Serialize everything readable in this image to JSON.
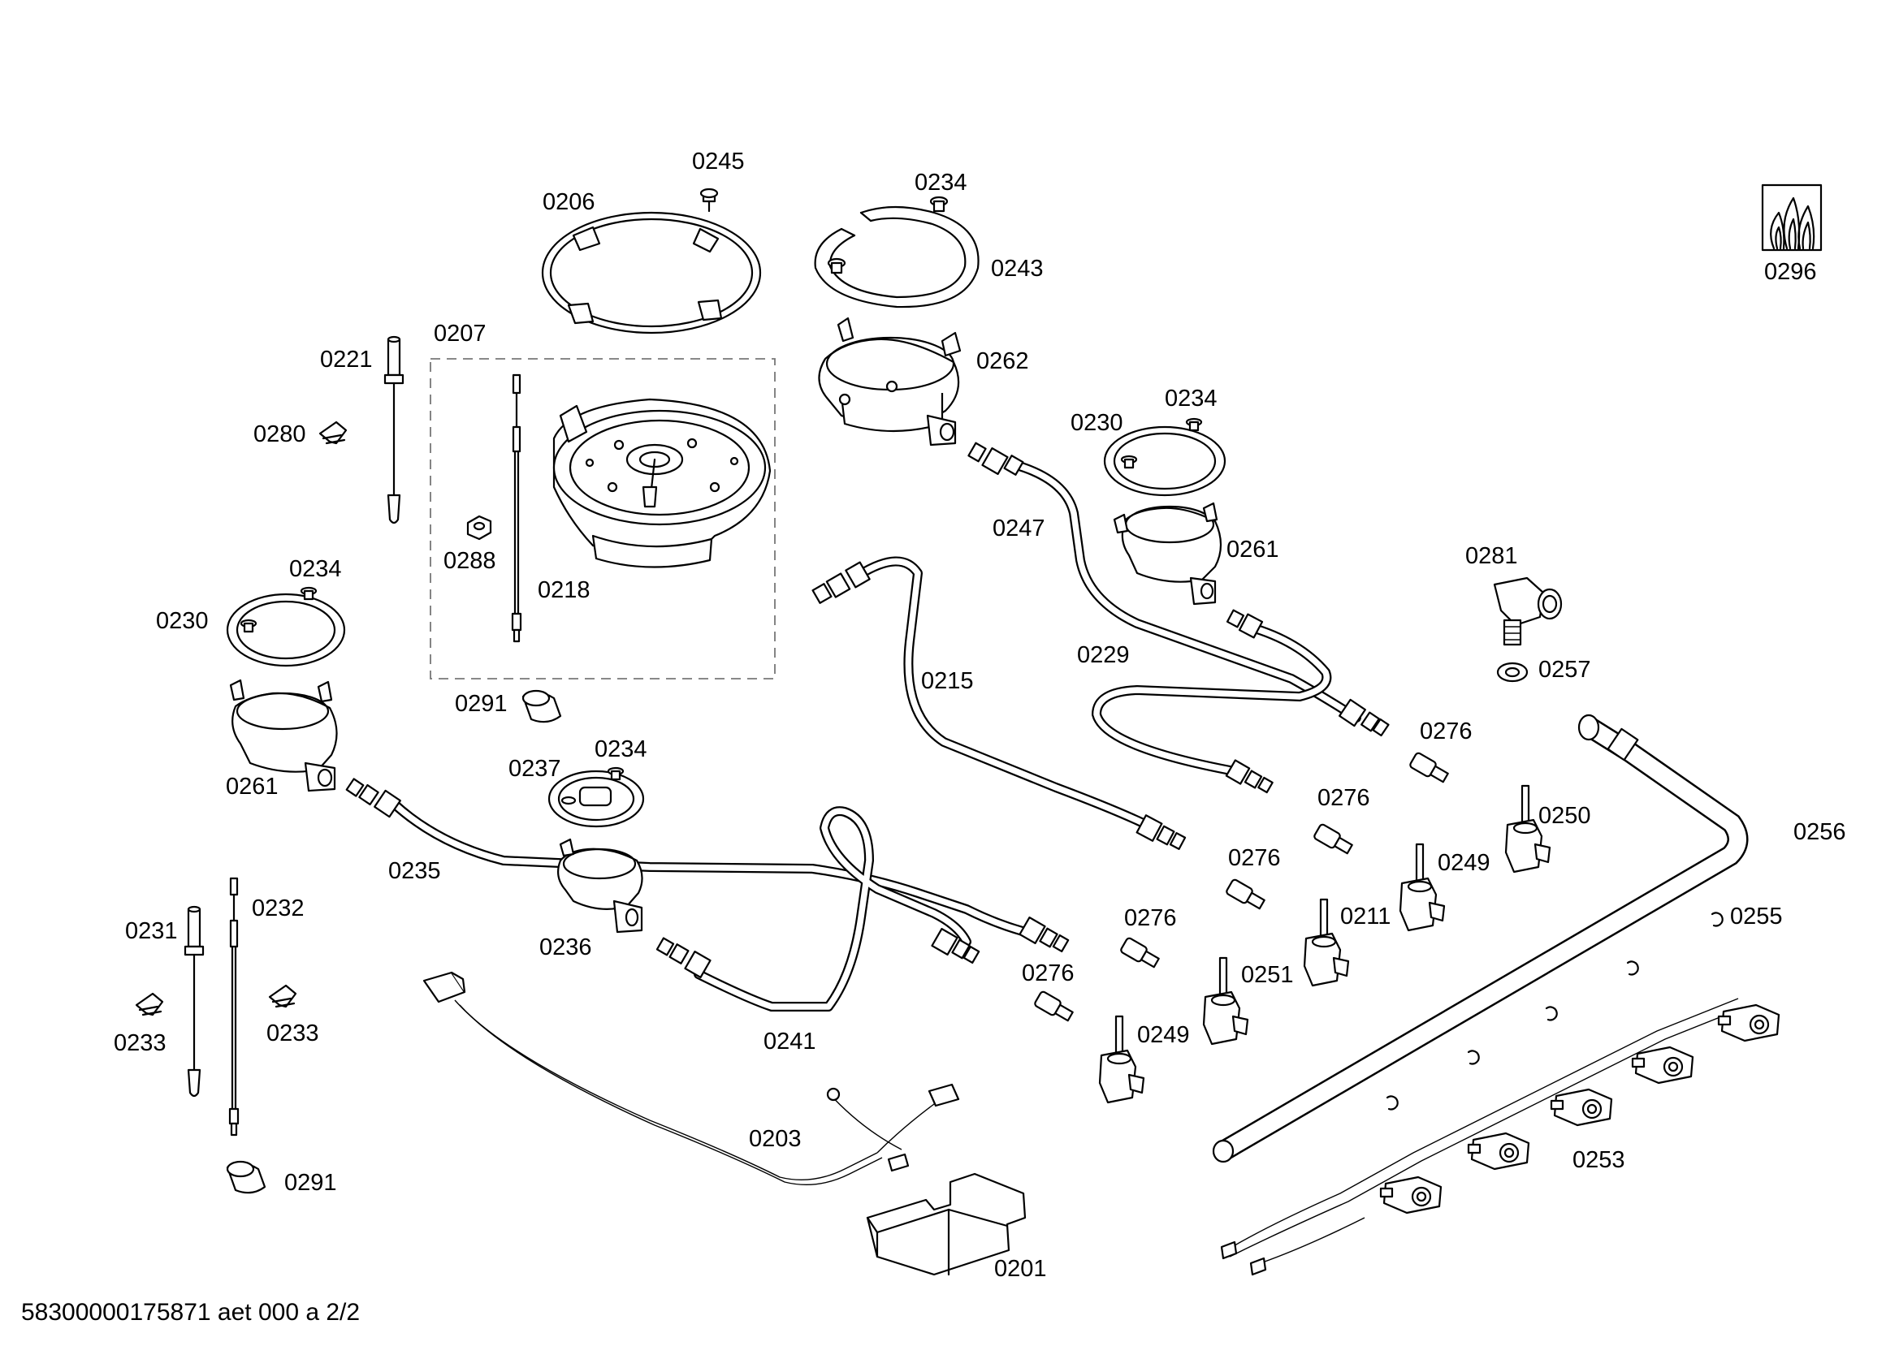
{
  "labels": {
    "l0201": "0201",
    "l0203": "0203",
    "l0206": "0206",
    "l0207": "0207",
    "l0211": "0211",
    "l0215": "0215",
    "l0218": "0218",
    "l0221": "0221",
    "l0229": "0229",
    "l0230a": "0230",
    "l0230b": "0230",
    "l0231": "0231",
    "l0232": "0232",
    "l0233a": "0233",
    "l0233b": "0233",
    "l0234a": "0234",
    "l0234b": "0234",
    "l0234c": "0234",
    "l0234d": "0234",
    "l0235": "0235",
    "l0236": "0236",
    "l0237": "0237",
    "l0241": "0241",
    "l0243": "0243",
    "l0245": "0245",
    "l0247": "0247",
    "l0249a": "0249",
    "l0249b": "0249",
    "l0250": "0250",
    "l0251": "0251",
    "l0253": "0253",
    "l0255": "0255",
    "l0256": "0256",
    "l0257": "0257",
    "l0261a": "0261",
    "l0261b": "0261",
    "l0262": "0262",
    "l0276a": "0276",
    "l0276b": "0276",
    "l0276c": "0276",
    "l0276d": "0276",
    "l0276e": "0276",
    "l0280": "0280",
    "l0281": "0281",
    "l0288": "0288",
    "l0291a": "0291",
    "l0291b": "0291",
    "l0296": "0296"
  },
  "footer": {
    "document_id": "58300000175871 aet 000 a 2/2"
  }
}
